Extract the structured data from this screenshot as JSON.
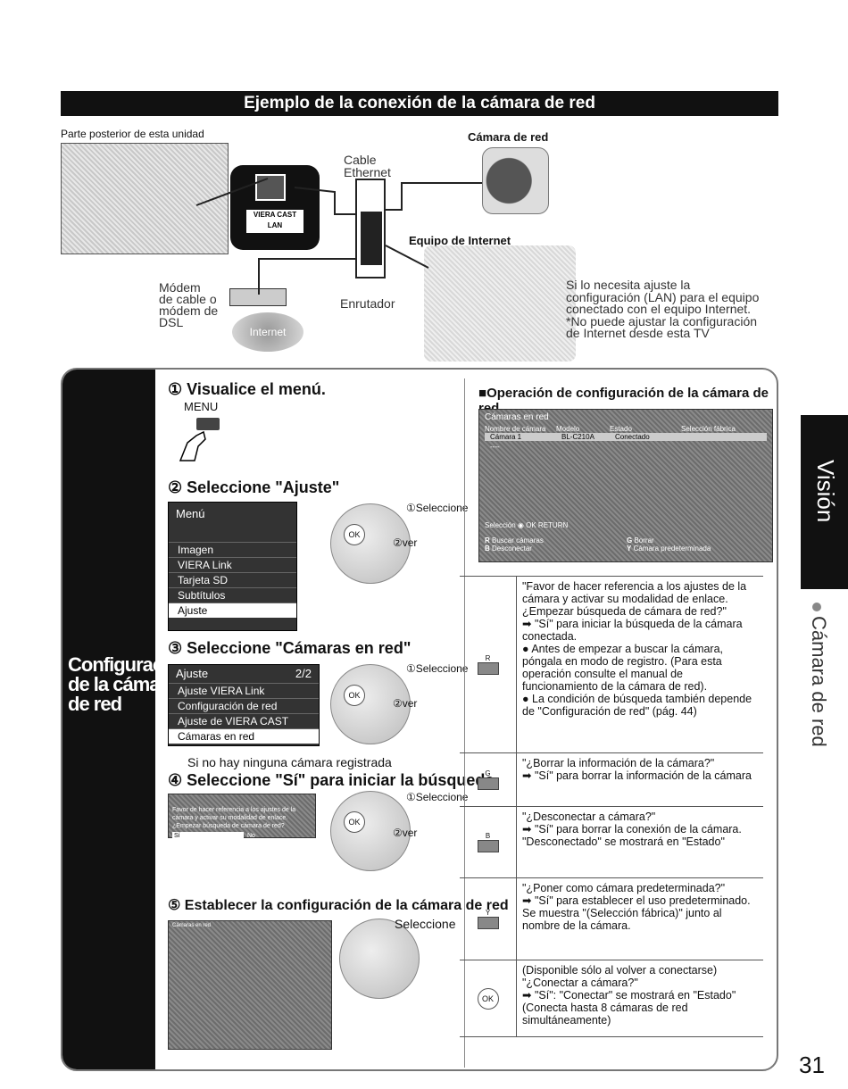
{
  "banner": {
    "title": "Ejemplo de la conexión de la cámara de red"
  },
  "diagram": {
    "rear_label": "Parte posterior de esta unidad",
    "camera_label": "Cámara de red",
    "cable_label": "Cable\nEthernet",
    "internet_equipment_label": "Equipo de Internet",
    "modem_label": "Módem\nde cable o\nmódem de\nDSL",
    "router_label": "Enrutador",
    "internet_label": "Internet",
    "viera_cast_label": "VIERA CAST",
    "lan_label": "LAN",
    "note": "Si lo necesita ajuste la\nconfiguración (LAN) para el equipo\nconectado con el equipo Internet.\n*No puede ajustar la configuración\nde Internet desde esta TV"
  },
  "sidebar": {
    "section_title": "Configuración\nde la cámara\nde red"
  },
  "steps": {
    "s1": {
      "num": "①",
      "title": "Visualice el menú.",
      "sub": "MENU"
    },
    "s2": {
      "num": "②",
      "title": "Seleccione \"Ajuste\""
    },
    "s3": {
      "num": "③",
      "title": "Seleccione \"Cámaras en red\""
    },
    "s4_pre": "Si no hay ninguna cámara registrada",
    "s4": {
      "num": "④",
      "title": "Seleccione \"Sí\" para iniciar la búsqueda"
    },
    "s5": {
      "num": "⑤",
      "title": "Establecer la configuración de la cámara de red"
    }
  },
  "remote": {
    "select": "①Seleccione",
    "view": "②ver",
    "select_plain": "Seleccione",
    "ok": "OK"
  },
  "menu1": {
    "title": "Menú",
    "items": [
      "Imagen",
      "VIERA Link",
      "Tarjeta SD",
      "Subtítulos",
      "Ajuste"
    ]
  },
  "menu2": {
    "title": "Ajuste",
    "page": "2/2",
    "items": [
      "Ajuste VIERA Link",
      "Configuración de red",
      "Ajuste de VIERA CAST",
      "Cámaras en red"
    ]
  },
  "dialog": {
    "text": "Favor de hacer referencia a los ajustes de la cámara y activar su modalidad de enlace.\n¿Empezar búsqueda de cámara de red?",
    "yes": "Sí",
    "no": "No"
  },
  "camera_screen": {
    "title": "Cámaras en red",
    "headers": [
      "Nombre de cámara",
      "Modelo",
      "Estado",
      "Selección fábrica"
    ],
    "row1": [
      "Cámara 1",
      "BL-C210A",
      "Conectado",
      ""
    ],
    "empty_cell": "----",
    "nav": "Selección",
    "ok": "OK",
    "return": "RETURN",
    "actions": [
      "Buscar cámaras",
      "Borrar",
      "Desconectar",
      "Cámara predeterminada"
    ],
    "action_keys": [
      "R",
      "G",
      "B",
      "Y"
    ]
  },
  "operation": {
    "heading": "Operación de configuración de la cámara de red",
    "rows": [
      {
        "key": "R",
        "text": "\"Favor de hacer referencia a los ajustes de la cámara y activar su modalidad de enlace.\n¿Empezar búsqueda de cámara de red?\"\n➡ \"Sí\" para iniciar la búsqueda de la cámara conectada.\n● Antes de empezar a buscar la cámara, póngala en modo de registro. (Para esta operación consulte el manual de funcionamiento de la cámara de red).\n● La condición de búsqueda también depende de \"Configuración de red\" (pág. 44)"
      },
      {
        "key": "G",
        "text": "\"¿Borrar la información de la cámara?\"\n➡ \"Sí\" para borrar la información de la cámara"
      },
      {
        "key": "B",
        "text": "\"¿Desconectar a cámara?\"\n➡ \"Sí\" para borrar la conexión de la cámara.\n\"Desconectado\" se mostrará en \"Estado\""
      },
      {
        "key": "Y",
        "text": "\"¿Poner como cámara predeterminada?\"\n➡ \"Sí\" para establecer el uso predeterminado.\nSe muestra \"(Selección fábrica)\" junto al nombre de la cámara."
      },
      {
        "key": "OK",
        "text": "(Disponible sólo al volver a conectarse)\n\"¿Conectar a cámara?\"\n➡ \"Sí\": \"Conectar\" se mostrará en \"Estado\"\n(Conecta hasta 8 cámaras de red simultáneamente)"
      }
    ]
  },
  "side_tab": {
    "chapter": "Visión",
    "topic": "Cámara de red"
  },
  "page_number": "31"
}
